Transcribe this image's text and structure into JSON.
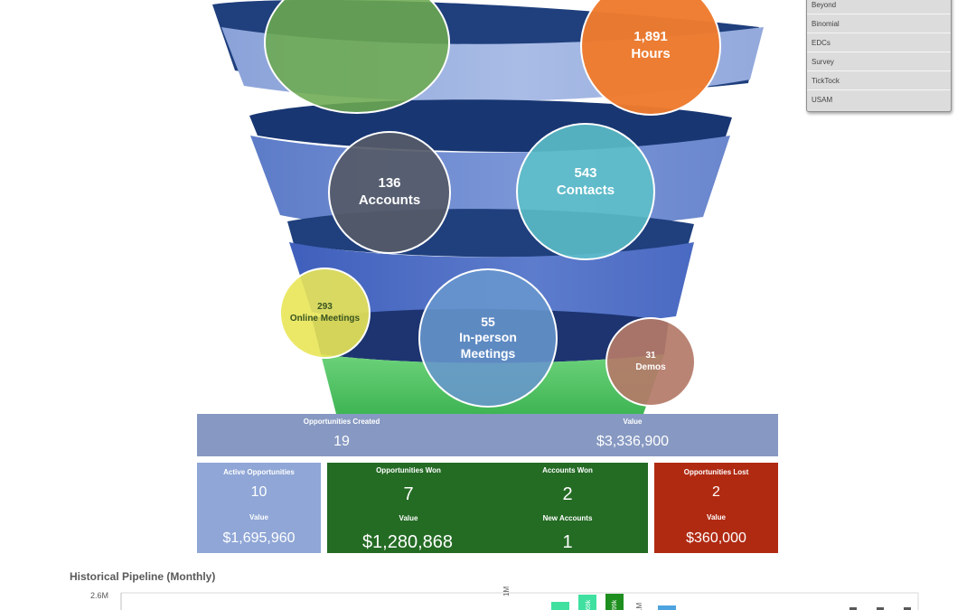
{
  "filter_list": {
    "items": [
      "Beyond",
      "Binomial",
      "EDCs",
      "Survey",
      "TickTock",
      "USAM"
    ]
  },
  "bubbles": {
    "top_left": {
      "value": "",
      "label": ""
    },
    "hours": {
      "value": "1,891",
      "label": "Hours"
    },
    "accounts": {
      "value": "136",
      "label": "Accounts"
    },
    "contacts": {
      "value": "543",
      "label": "Contacts"
    },
    "online_meetings": {
      "value": "293",
      "label": "Online Meetings"
    },
    "inperson_meetings": {
      "value": "55",
      "label_line1": "In-person",
      "label_line2": "Meetings"
    },
    "demos": {
      "value": "31",
      "label": "Demos"
    }
  },
  "kpis": {
    "created": {
      "label": "Opportunities Created",
      "count": "19",
      "value_label": "Value",
      "value": "$3,336,900",
      "color": "#8799c2"
    },
    "active": {
      "label": "Active Opportunities",
      "count": "10",
      "value_label": "Value",
      "value": "$1,695,960",
      "color": "#8fa6d6"
    },
    "won": {
      "label": "Opportunities Won",
      "count": "7",
      "value_label": "Value",
      "value": "$1,280,868",
      "accounts_label": "Accounts Won",
      "accounts": "2",
      "new_accounts_label": "New Accounts",
      "new_accounts": "1",
      "color": "#246b24"
    },
    "lost": {
      "label": "Opportunities Lost",
      "count": "2",
      "value_label": "Value",
      "value": "$360,000",
      "color": "#b02a12"
    }
  },
  "historical": {
    "title": "Historical Pipeline (Monthly)",
    "y_tick_top": "2.6M",
    "partial_labels": [
      "1M",
      "1M",
      "69k",
      "99k"
    ]
  },
  "colors": {
    "funnel_blue": "#5b78c4",
    "funnel_green": "#4cc05e",
    "bubble_green": "#72ad57",
    "bubble_orange": "#ee7b2d",
    "bubble_gray": "#555a68",
    "bubble_teal": "#63c3cb",
    "bubble_yellow": "#e6e458",
    "bubble_steel": "#6d98cf",
    "bubble_rose": "#b6806d"
  }
}
